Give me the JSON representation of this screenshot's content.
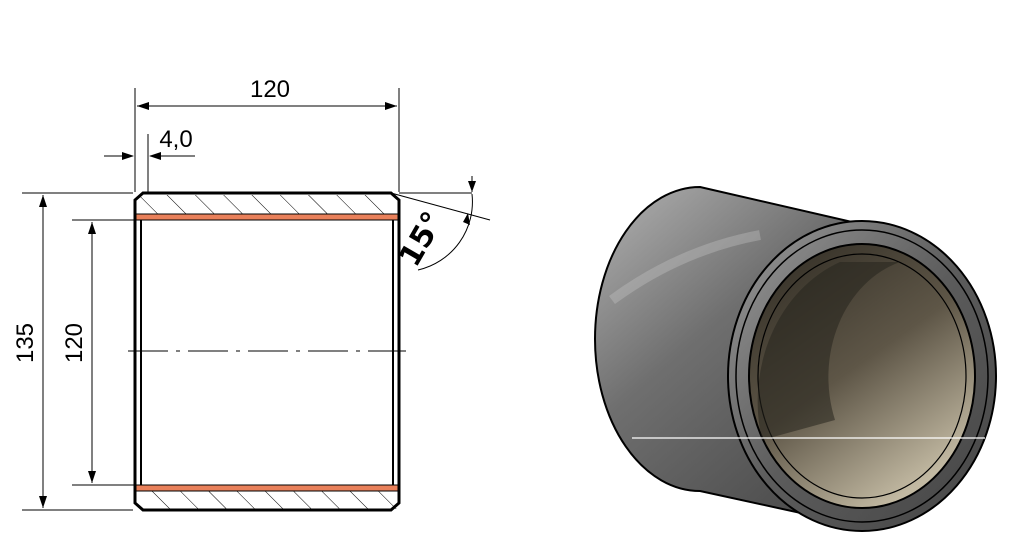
{
  "drawing": {
    "dimensions": {
      "overall_length": "120",
      "wall_thickness": "4,0",
      "outer_diameter": "135",
      "inner_diameter": "120",
      "chamfer_angle": "15°"
    },
    "colors": {
      "line": "#000000",
      "liner": "#e9805a",
      "hatch": "#000000",
      "shell_dark": "#3d3d3d",
      "shell_light": "#a8a8a8",
      "bore_dark": "#3a342a",
      "bore_light": "#b6ad96"
    }
  }
}
